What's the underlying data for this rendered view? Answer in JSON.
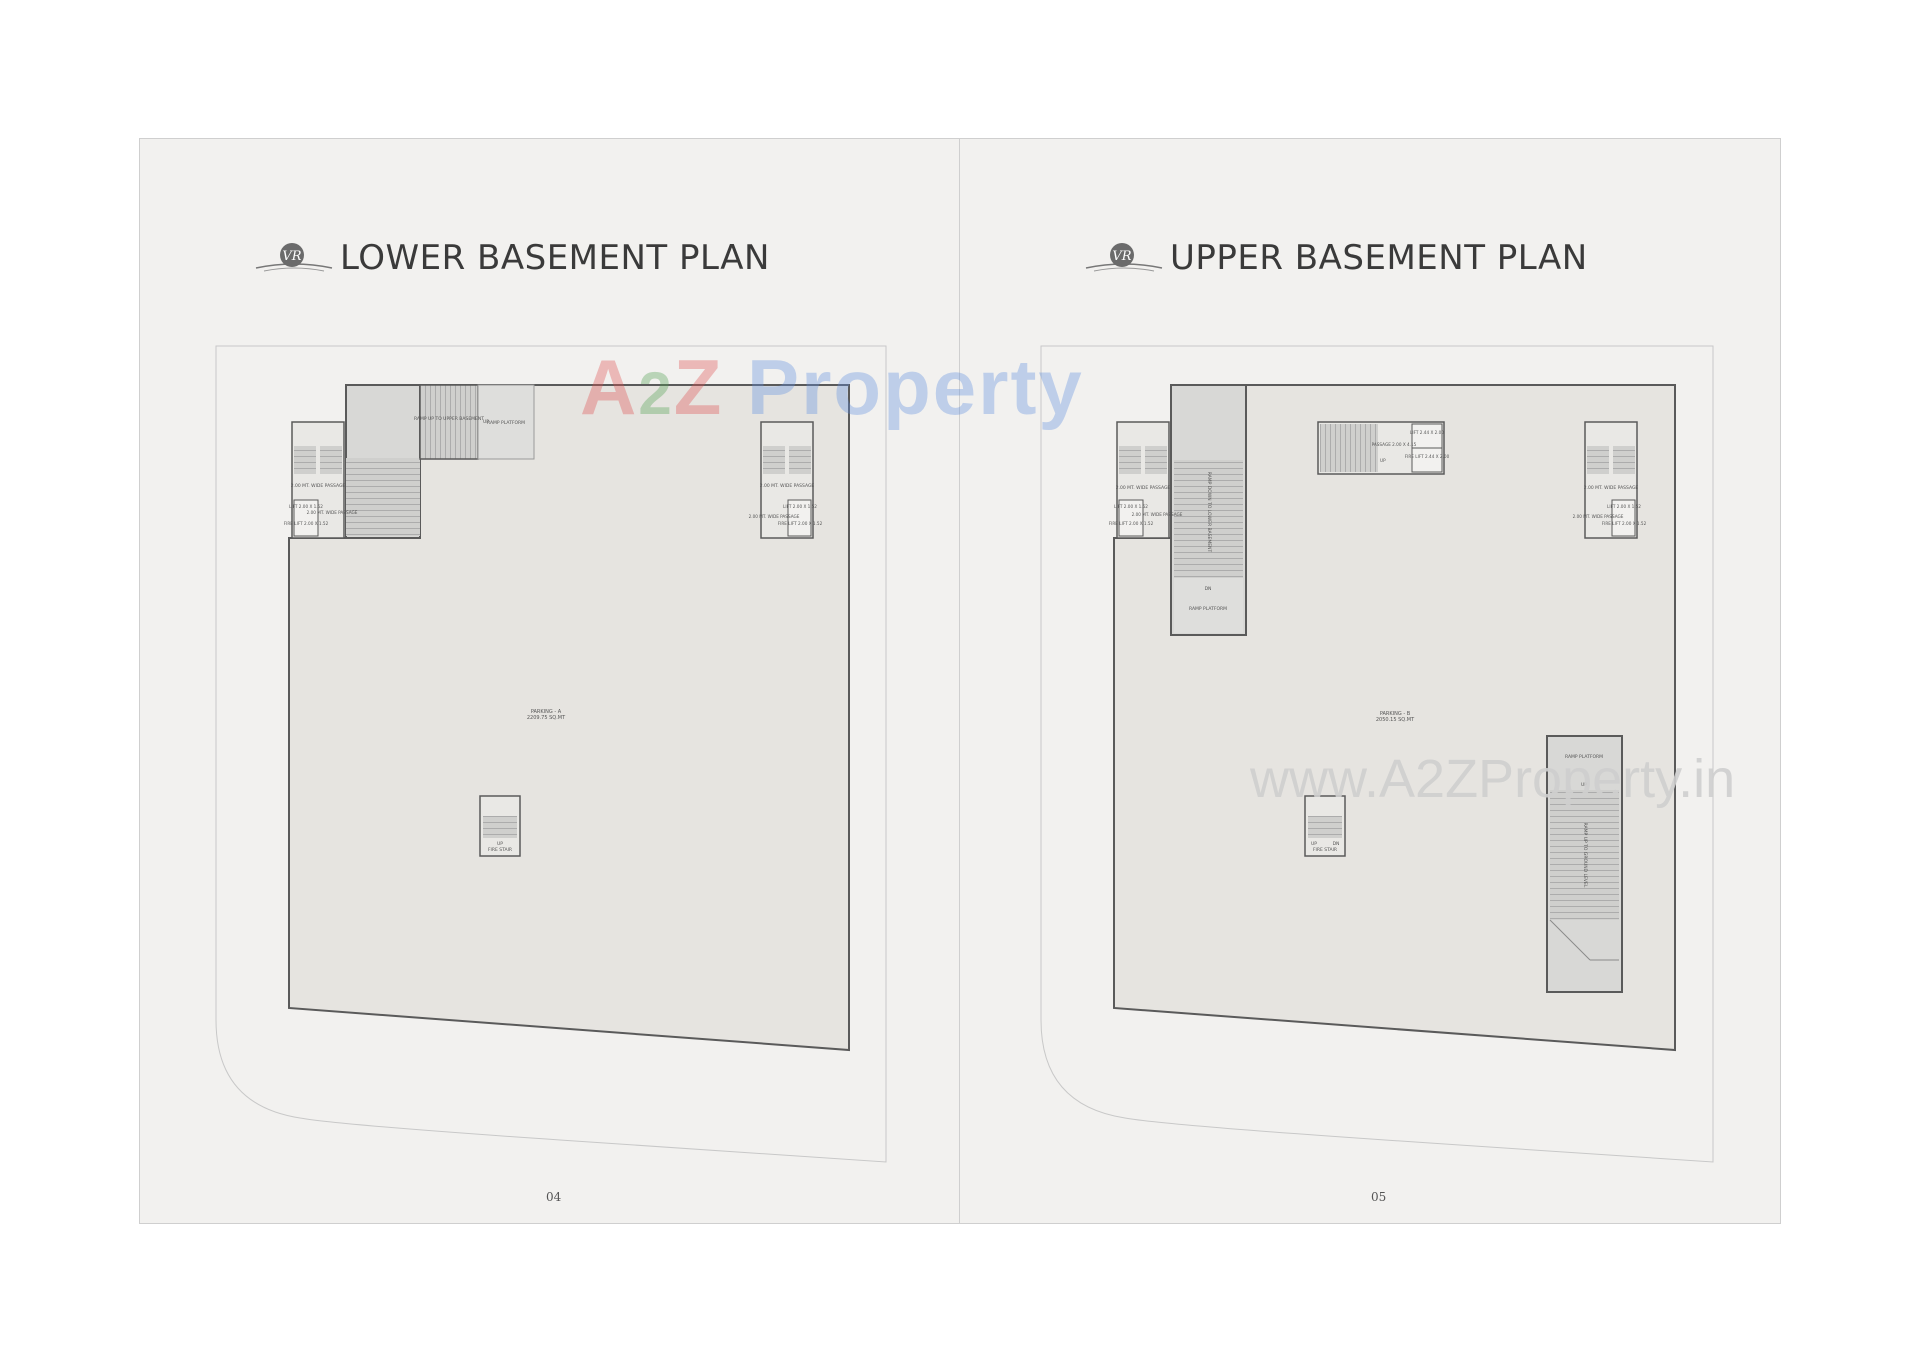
{
  "watermark": {
    "brand_a": "A",
    "brand_2": "2",
    "brand_z": "Z",
    "brand_rest": " Property",
    "url": "www.A2ZProperty.in"
  },
  "left_page": {
    "title": "LOWER BASEMENT PLAN",
    "logo_text": "VR",
    "page_number": "04",
    "parking_label": "PARKING - A",
    "parking_area": "2209.75 SQ.MT",
    "ramp_label": "RAMP UP TO UPPER BASEMENT",
    "ramp_platform": "RAMP PLATFORM",
    "up": "UP",
    "fire_stair": "FIRE STAIR",
    "left_core": {
      "passage": "2.00 MT. WIDE PASSAGE",
      "lift": "LIFT 2.00 X 1.52",
      "fire_lift": "FIRE LIFT 2.00 X 1.52",
      "side_passage": "2.00 MT. WIDE PASSAGE"
    },
    "right_core": {
      "passage": "2.00 MT. WIDE PASSAGE",
      "lift": "LIFT 2.00 X 1.52",
      "fire_lift": "FIRE LIFT 2.00 X 1.52",
      "side_passage": "2.00 MT. WIDE PASSAGE"
    }
  },
  "right_page": {
    "title": "UPPER BASEMENT PLAN",
    "logo_text": "VR",
    "page_number": "05",
    "parking_label": "PARKING - B",
    "parking_area": "2050.15 SQ.MT",
    "ramp_down_label": "RAMP DOWN TO LOWER BASEMENT",
    "ramp_up_label": "RAMP UP TO GROUND LEVEL",
    "ramp_platform": "RAMP PLATFORM",
    "up": "UP",
    "dn": "DN",
    "fire_stair": "FIRE STAIR",
    "passage_mid": "PASSAGE 2.00 X 4.15",
    "lift_mid": "LIFT 2.44 X 2.00",
    "fire_lift_mid": "FIRE LIFT 2.44 X 2.00",
    "left_core": {
      "passage": "2.00 MT. WIDE PASSAGE",
      "lift": "LIFT 2.00 X 1.52",
      "fire_lift": "FIRE LIFT 2.00 X 1.52",
      "side_passage": "2.00 MT. WIDE PASSAGE"
    },
    "right_core": {
      "passage": "2.00 MT. WIDE PASSAGE",
      "lift": "LIFT 2.00 X 1.52",
      "fire_lift": "FIRE LIFT 2.00 X 1.52",
      "side_passage": "2.00 MT. WIDE PASSAGE"
    }
  },
  "colors": {
    "page_bg": "#f2f1ef",
    "floor_fill": "#e6e4e0",
    "core_fill": "#d8d8d6",
    "outline": "#5a5a5a"
  }
}
